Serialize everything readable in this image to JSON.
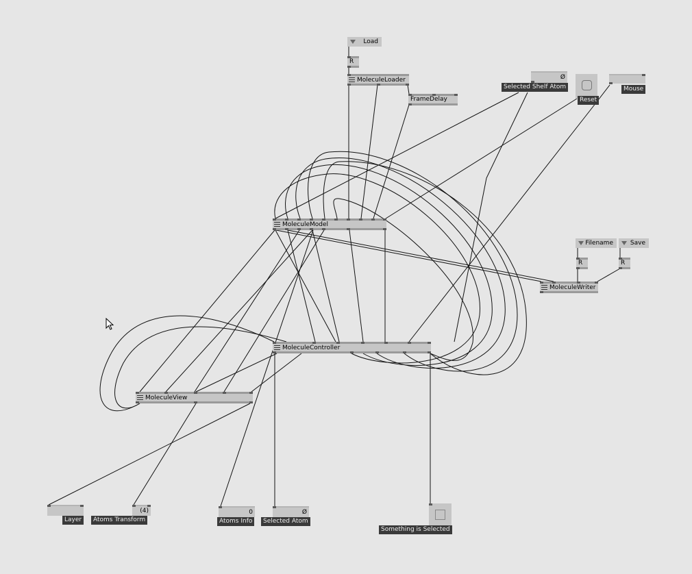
{
  "enums": {
    "load": "Load",
    "filename": "Filename",
    "save": "Save"
  },
  "nodes": {
    "r1": "R",
    "r2": "R",
    "r3": "R",
    "molecule_loader": "MoleculeLoader",
    "frame_delay": "FrameDelay",
    "molecule_model": "MoleculeModel",
    "molecule_writer": "MoleculeWriter",
    "molecule_controller": "MoleculeController",
    "molecule_view": "MoleculeView"
  },
  "ioboxes": {
    "selected_shelf_atom": {
      "value": "Ø",
      "label": "Selected Shelf Atom"
    },
    "reset": {
      "label": "Reset"
    },
    "mouse": {
      "value": "",
      "label": "Mouse"
    },
    "layer": {
      "value": "",
      "label": "Layer"
    },
    "atoms_transform": {
      "value": "(4)",
      "label": "Atoms Transform"
    },
    "atoms_info": {
      "value": "0",
      "label": "Atoms Info"
    },
    "selected_atom": {
      "value": "Ø",
      "label": "Selected Atom"
    },
    "something_selected": {
      "label": "Something is Selected"
    }
  }
}
